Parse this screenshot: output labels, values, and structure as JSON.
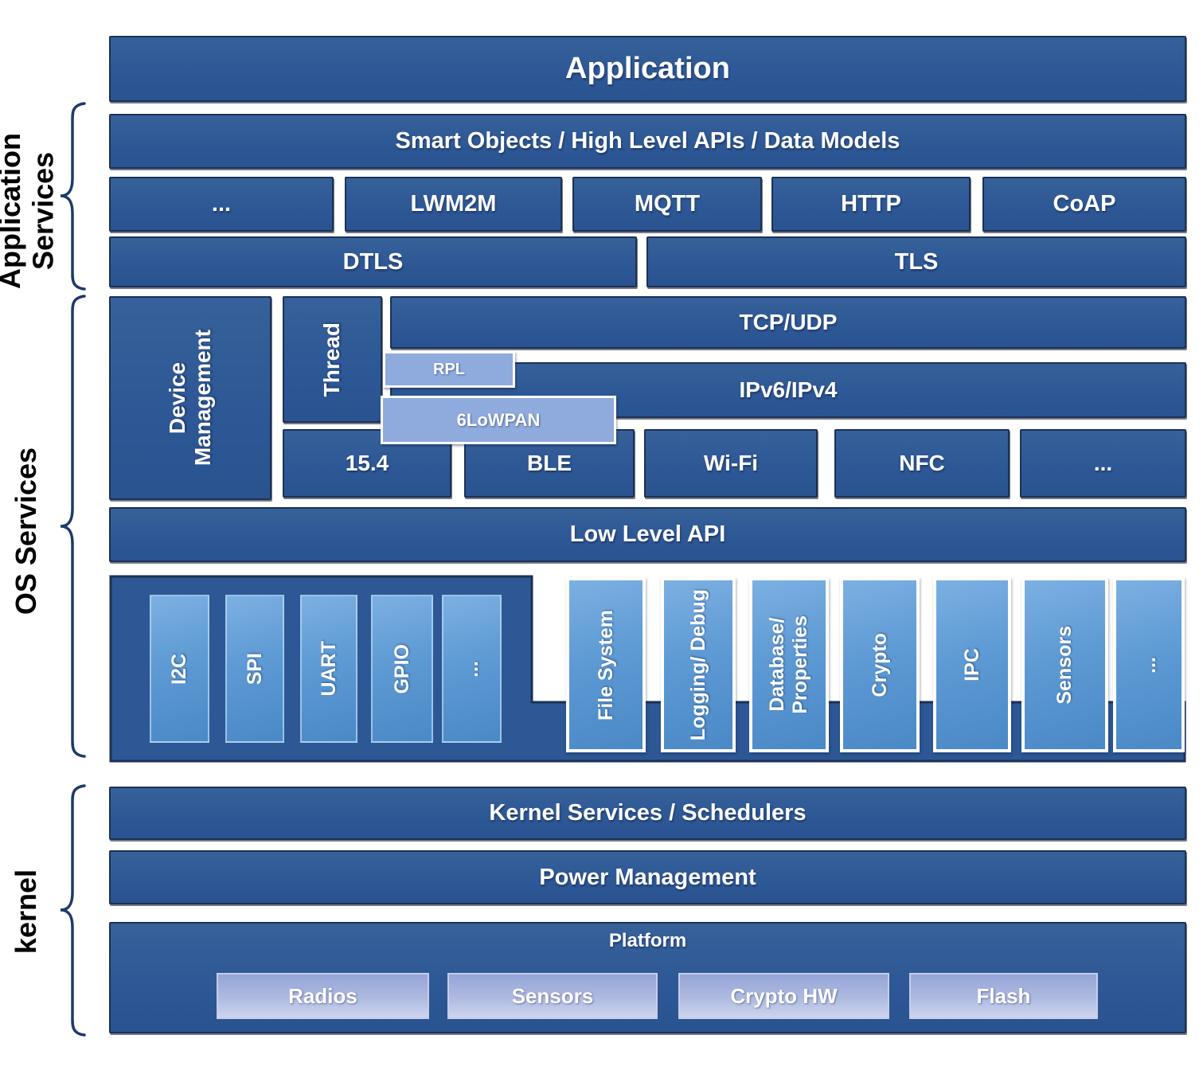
{
  "side_labels": {
    "application_services": "Application Services",
    "os_services": "OS Services",
    "kernel": "kernel"
  },
  "application": "Application",
  "smart_objects": "Smart Objects / High Level APIs / Data Models",
  "protocols": [
    "...",
    "LWM2M",
    "MQTT",
    "HTTP",
    "CoAP"
  ],
  "security": {
    "dtls": "DTLS",
    "tls": "TLS"
  },
  "network": {
    "device_management_lines": [
      "Device",
      "Management"
    ],
    "thread": "Thread",
    "tcp_udp": "TCP/UDP",
    "rpl": "RPL",
    "ip": "IPv6/IPv4",
    "sixlowpan": "6LoWPAN",
    "radios": [
      "15.4",
      "BLE",
      "Wi-Fi",
      "NFC",
      "..."
    ]
  },
  "low_level_api": "Low Level API",
  "os_section": {
    "peripherals": [
      "I2C",
      "SPI",
      "UART",
      "GPIO",
      "..."
    ],
    "services": [
      [
        "File System"
      ],
      [
        "Logging/ Debug"
      ],
      [
        "Database/",
        "Properties"
      ],
      [
        "Crypto"
      ],
      [
        "IPC"
      ],
      [
        "Sensors"
      ],
      [
        "..."
      ]
    ]
  },
  "kernel_section": {
    "kernel_services": "Kernel Services / Schedulers",
    "power_management": "Power Management",
    "platform": {
      "label": "Platform",
      "components": [
        "Radios",
        "Sensors",
        "Crypto HW",
        "Flash"
      ]
    }
  },
  "colors": {
    "block_fill": "#2d5795",
    "block_border": "#1b3156",
    "light_overlay": "#8faadc",
    "gradient_block_top": "#7cb0e2",
    "gradient_block_bottom": "#4a89c7",
    "platform_chip_top": "#95a5d7",
    "platform_chip_bottom": "#ccd4ee",
    "block_text": "#ffffff",
    "side_label_text": "#000000",
    "brace": "#1e3a68",
    "background": "#ffffff"
  }
}
